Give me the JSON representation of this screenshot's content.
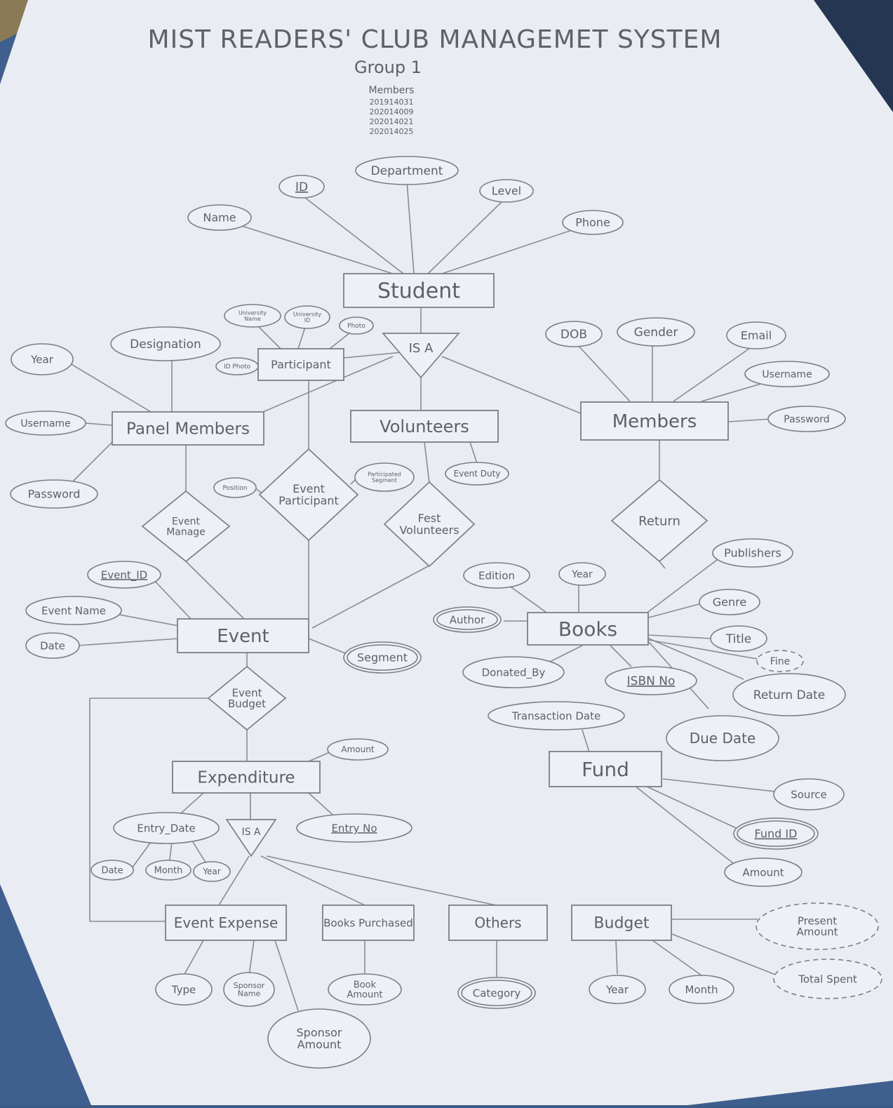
{
  "header": {
    "title": "MIST READERS' CLUB MANAGEMET SYSTEM",
    "group": "Group 1",
    "members_label": "Members",
    "member_ids": [
      "201914031",
      "202014009",
      "202014021",
      "202014025"
    ]
  },
  "entities": {
    "student": "Student",
    "panel_members": "Panel Members",
    "volunteers": "Volunteers",
    "members": "Members",
    "participant": "Participant",
    "event": "Event",
    "books": "Books",
    "expenditure": "Expenditure",
    "fund": "Fund",
    "event_expense": "Event Expense",
    "books_purchased": "Books Purchased",
    "others": "Others",
    "budget": "Budget"
  },
  "relationships": {
    "isa_top": "IS A",
    "isa_bottom": "IS A",
    "event_manage": "Event Manage",
    "event_participant": "Event Participant",
    "fest_volunteers": "Fest Volunteers",
    "return": "Return",
    "event_budget": "Event Budget"
  },
  "attributes": {
    "name": "Name",
    "id": "ID",
    "department": "Department",
    "level": "Level",
    "phone": "Phone",
    "university_name": "University Name",
    "university_id": "University ID",
    "photo": "Photo",
    "id_photo": "ID Photo",
    "designation": "Designation",
    "year_panel": "Year",
    "username_panel": "Username",
    "password_panel": "Password",
    "dob": "DOB",
    "gender": "Gender",
    "email": "Email",
    "username_members": "Username",
    "password_members": "Password",
    "position": "Position",
    "participated_segment": "Participated Segment",
    "event_duty": "Event Duty",
    "event_id": "Event_ID",
    "event_name": "Event Name",
    "date_event": "Date",
    "segment": "Segment",
    "edition": "Edition",
    "year_books": "Year",
    "publishers": "Publishers",
    "genre": "Genre",
    "title": "Title",
    "fine": "Fine",
    "return_date": "Return Date",
    "due_date": "Due Date",
    "author": "Author",
    "donated_by": "Donated_By",
    "isbn_no": "ISBN No",
    "transaction_date": "Transaction Date",
    "amount_exp": "Amount",
    "entry_date": "Entry_Date",
    "date_exp": "Date",
    "month_exp": "Month",
    "year_exp": "Year",
    "entry_no": "Entry No",
    "source": "Source",
    "fund_id": "Fund ID",
    "amount_fund": "Amount",
    "type": "Type",
    "sponsor_name": "Sponsor Name",
    "sponsor_amount": "Sponsor Amount",
    "book_amount": "Book Amount",
    "category": "Category",
    "present_amount": "Present Amount",
    "total_spent": "Total Spent",
    "year_budget": "Year",
    "month_budget": "Month"
  }
}
